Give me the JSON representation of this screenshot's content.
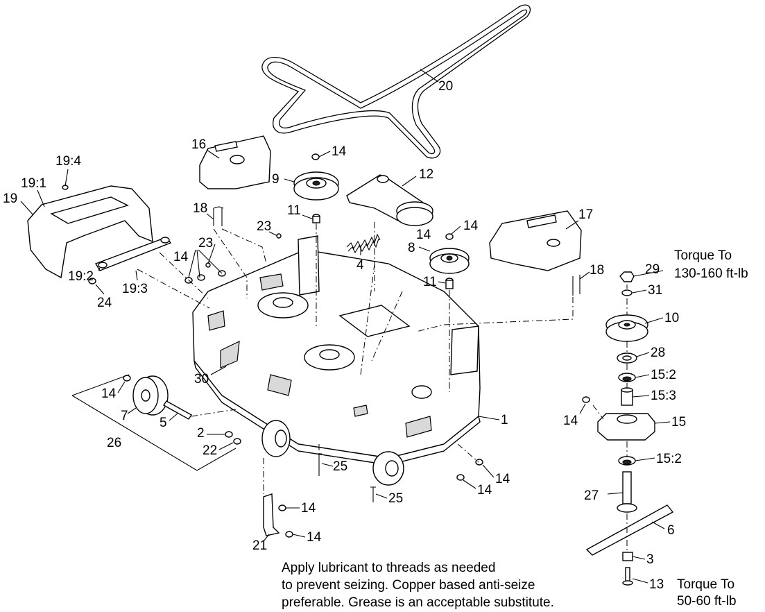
{
  "diagram": {
    "callouts": {
      "c20": "20",
      "c16": "16",
      "c14a": "14",
      "c9": "9",
      "c12": "12",
      "c19_4": "19:4",
      "c19_1": "19:1",
      "c19": "19",
      "c18a": "18",
      "c11a": "11",
      "c23a": "23",
      "c14b": "14",
      "c4": "4",
      "c23b": "23",
      "c14c": "14",
      "c8": "8",
      "c17": "17",
      "c19_2": "19:2",
      "c19_3": "19:3",
      "c24": "24",
      "c11b": "11",
      "c18b": "18",
      "c29": "29",
      "c31": "31",
      "c10": "10",
      "c28": "28",
      "c15_2a": "15:2",
      "c15_3": "15:3",
      "c15": "15",
      "c14d": "14",
      "c30": "30",
      "c14e": "14",
      "c7": "7",
      "c5": "5",
      "c1": "1",
      "c2": "2",
      "c22": "22",
      "c26": "26",
      "c15_2b": "15:2",
      "c14f": "14",
      "c25a": "25",
      "c14g": "14",
      "c14h": "14",
      "c25b": "25",
      "c27": "27",
      "c14i": "14",
      "c14j": "14",
      "c6": "6",
      "c21": "21",
      "c3": "3",
      "c13": "13"
    },
    "torque_top": {
      "line1": "Torque To",
      "line2": "130-160 ft-lb"
    },
    "torque_bottom": {
      "line1": "Torque To",
      "line2": "50-60 ft-lb"
    },
    "note": {
      "line1": "Apply lubricant to threads as needed",
      "line2": "to prevent seizing. Copper based anti-seize",
      "line3": "preferable. Grease is an acceptable substitute."
    }
  }
}
